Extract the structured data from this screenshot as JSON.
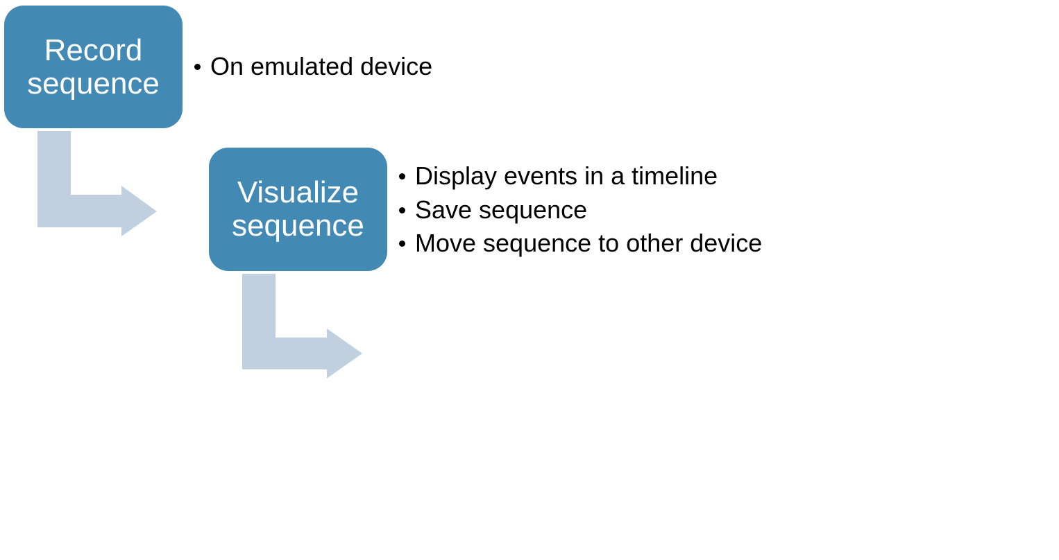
{
  "colors": {
    "box_fill": "#4289b3",
    "box_text": "#ffffff",
    "arrow_fill": "#c0d0df",
    "bullet_text": "#000000"
  },
  "steps": [
    {
      "title": "Record\nsequence",
      "bullets": [
        "On emulated device"
      ]
    },
    {
      "title": "Visualize\nsequence",
      "bullets": [
        "Display events in a timeline",
        "Save sequence",
        "Move sequence to other device"
      ]
    }
  ]
}
